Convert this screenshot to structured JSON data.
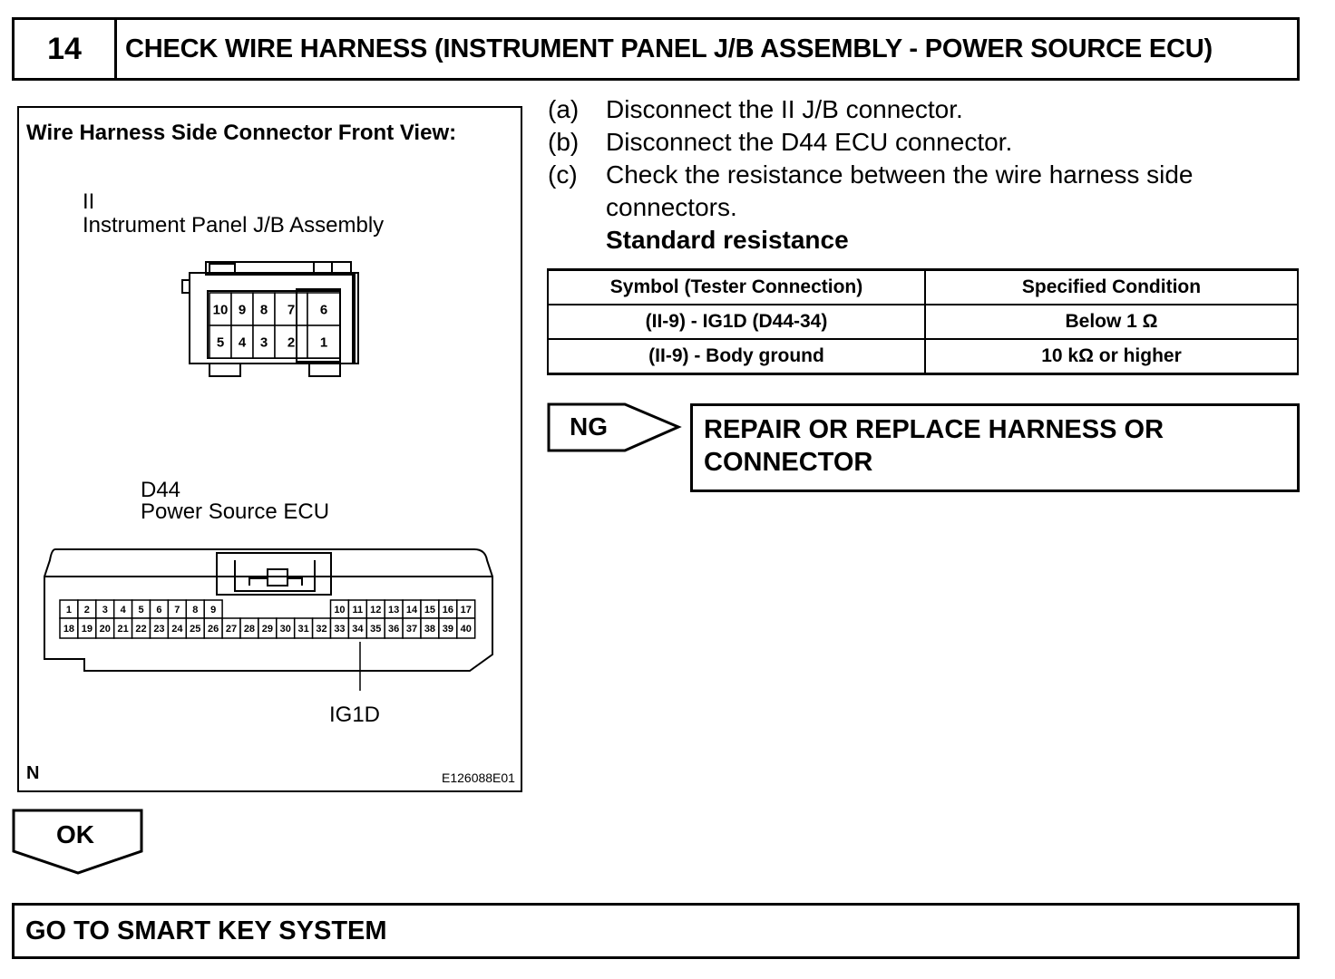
{
  "step": {
    "number": "14",
    "title": "CHECK WIRE HARNESS (INSTRUMENT PANEL J/B ASSEMBLY - POWER SOURCE ECU)"
  },
  "figure": {
    "heading": "Wire Harness Side Connector Front View:",
    "connector1_code": "II",
    "connector1_name": "Instrument Panel J/B Assembly",
    "connector1_pins_top": [
      "10",
      "9",
      "8",
      "7",
      "6"
    ],
    "connector1_pins_bottom": [
      "5",
      "4",
      "3",
      "2",
      "1"
    ],
    "connector2_code": "D44",
    "connector2_name": "Power Source ECU",
    "connector2_pins_top_left": [
      "1",
      "2",
      "3",
      "4",
      "5",
      "6",
      "7",
      "8",
      "9"
    ],
    "connector2_pins_top_right": [
      "10",
      "11",
      "12",
      "13",
      "14",
      "15",
      "16",
      "17"
    ],
    "connector2_pins_bottom": [
      "18",
      "19",
      "20",
      "21",
      "22",
      "23",
      "24",
      "25",
      "26",
      "27",
      "28",
      "29",
      "30",
      "31",
      "32",
      "33",
      "34",
      "35",
      "36",
      "37",
      "38",
      "39",
      "40"
    ],
    "pin_callout": "IG1D",
    "corner_mark": "N",
    "figure_id": "E126088E01"
  },
  "instructions": [
    {
      "letter": "(a)",
      "text": "Disconnect the II J/B connector."
    },
    {
      "letter": "(b)",
      "text": "Disconnect the D44 ECU connector."
    },
    {
      "letter": "(c)",
      "text": "Check the resistance between the wire harness side",
      "text2": "connectors."
    }
  ],
  "standard_label": "Standard resistance",
  "table": {
    "headers": [
      "Symbol (Tester Connection)",
      "Specified Condition"
    ],
    "rows": [
      [
        "(II-9) - IG1D (D44-34)",
        "Below 1 Ω"
      ],
      [
        "(II-9) - Body ground",
        "10 kΩ or higher"
      ]
    ]
  },
  "ng": {
    "label": "NG",
    "action_line1": "REPAIR OR REPLACE HARNESS OR",
    "action_line2": "CONNECTOR"
  },
  "ok": {
    "label": "OK",
    "next_action": "GO TO SMART KEY SYSTEM"
  }
}
